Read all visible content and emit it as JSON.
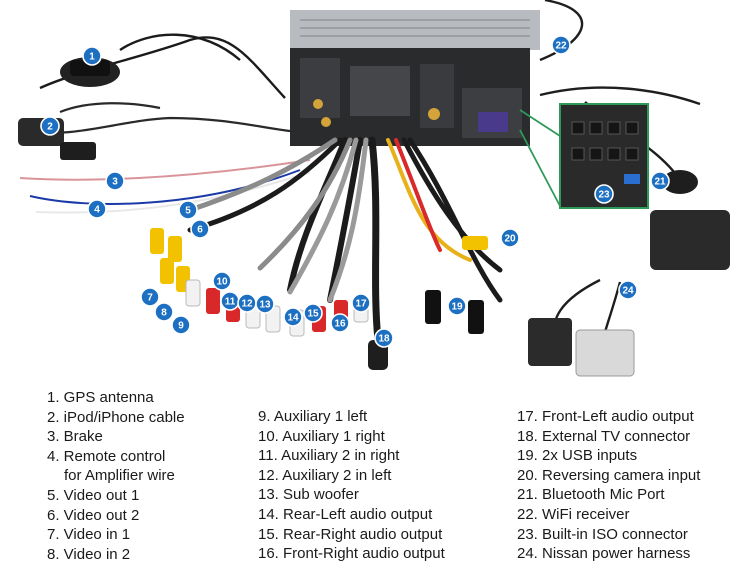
{
  "legend": {
    "col1": [
      "1. GPS antenna",
      "2. iPod/iPhone cable",
      "3. Brake",
      "4. Remote control",
      "for Amplifier wire",
      "5. Video out 1",
      "6. Video out 2",
      "7. Video in 1",
      "8. Video in 2"
    ],
    "col2": [
      "9. Auxiliary 1 left",
      "10. Auxiliary 1 right",
      "11. Auxiliary 2 in right",
      "12. Auxiliary 2 in left",
      "13. Sub woofer",
      "14. Rear-Left audio output",
      "15. Rear-Right audio output",
      "16. Front-Right audio output"
    ],
    "col3": [
      "17. Front-Left audio output",
      "18. External TV connector",
      "19. 2x USB inputs",
      "20. Reversing camera input",
      "21. Bluetooth Mic Port",
      "22. WiFi receiver",
      "23. Built-in ISO connector",
      "24. Nissan power harness"
    ]
  },
  "callouts": [
    "1",
    "2",
    "3",
    "4",
    "5",
    "6",
    "7",
    "8",
    "9",
    "10",
    "11",
    "12",
    "13",
    "14",
    "15",
    "16",
    "17",
    "18",
    "19",
    "20",
    "21",
    "22",
    "23",
    "24"
  ],
  "colors": {
    "callout_fill": "#1d6fc2",
    "inset_border": "#2e9a5a",
    "connector_yellow": "#f2c200",
    "connector_red": "#d8282a",
    "connector_white": "#f2f2f2"
  }
}
